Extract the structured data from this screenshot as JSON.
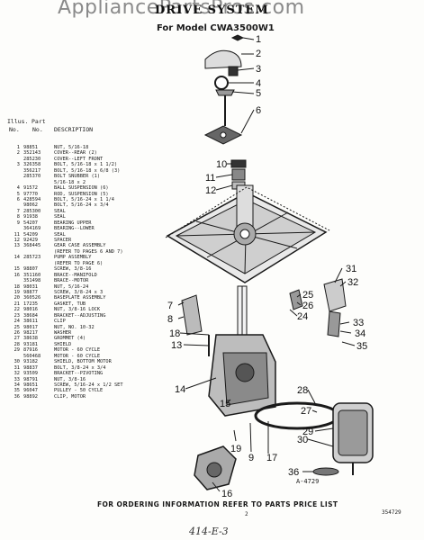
{
  "watermark": "AppliancePartsPros.com",
  "title": "DRIVE SYSTEM",
  "subtitle": "For Model CWA3500W1",
  "table_headers": {
    "illus": "Illus.",
    "no": "No.",
    "part": "Part",
    "part_no": "No.",
    "description": "DESCRIPTION"
  },
  "parts": [
    {
      "illus": "1",
      "part": "98851",
      "desc": "NUT, 5/16-18"
    },
    {
      "illus": "2",
      "part": "352143",
      "desc": "COVER--REAR (2)"
    },
    {
      "illus": "",
      "part": "285230",
      "desc": "COVER--LEFT FRONT"
    },
    {
      "illus": "3",
      "part": "326358",
      "desc": "BOLT, 5/16-18 x 1 1/2)"
    },
    {
      "illus": "",
      "part": "356217",
      "desc": "BOLT, 5/16-18 x 6/8 (3)"
    },
    {
      "illus": "",
      "part": "285370",
      "desc": "BOLT SNUBBER (1)"
    },
    {
      "illus": "",
      "part": "",
      "desc": "5/16-18 x 2"
    },
    {
      "illus": "4",
      "part": "91572",
      "desc": "BALL SUSPENSION (6)"
    },
    {
      "illus": "5",
      "part": "97770",
      "desc": "ROD, SUSPENSION (5)"
    },
    {
      "illus": "6",
      "part": "428594",
      "desc": "BOLT, 5/16-24 x 1 1/4"
    },
    {
      "illus": "",
      "part": "98062",
      "desc": "BOLT, 5/16-24 x 3/4"
    },
    {
      "illus": "7",
      "part": "285300",
      "desc": "SEAL"
    },
    {
      "illus": "8",
      "part": "91938",
      "desc": "SEAL"
    },
    {
      "illus": "9",
      "part": "54207",
      "desc": "BEARING UPPER"
    },
    {
      "illus": "",
      "part": "364169",
      "desc": "BEARING--LOWER"
    },
    {
      "illus": "11",
      "part": "54209",
      "desc": "SEAL"
    },
    {
      "illus": "12",
      "part": "92429",
      "desc": "SPACER"
    },
    {
      "illus": "13",
      "part": "368445",
      "desc": "GEAR CASE ASSEMBLY"
    },
    {
      "illus": "",
      "part": "",
      "desc": "(REFER TO PAGES 6 AND 7)"
    },
    {
      "illus": "14",
      "part": "285723",
      "desc": "PUMP ASSEMBLY"
    },
    {
      "illus": "",
      "part": "",
      "desc": "(REFER TO PAGE 6)"
    },
    {
      "illus": "15",
      "part": "98807",
      "desc": "SCREW, 3/8-16"
    },
    {
      "illus": "16",
      "part": "351160",
      "desc": "BRACE--MANIFOLD"
    },
    {
      "illus": "",
      "part": "351498",
      "desc": "BRACE--MOTOR"
    },
    {
      "illus": "18",
      "part": "98031",
      "desc": "NUT, 5/16-24"
    },
    {
      "illus": "19",
      "part": "98877",
      "desc": "SCREW, 3/8-24 x 3"
    },
    {
      "illus": "20",
      "part": "360526",
      "desc": "BASEPLATE ASSEMBLY"
    },
    {
      "illus": "21",
      "part": "17235",
      "desc": "GASKET, TUB"
    },
    {
      "illus": "22",
      "part": "98016",
      "desc": "NUT, 3/8-16 LOCK"
    },
    {
      "illus": "23",
      "part": "38684",
      "desc": "BRACKET--ADJUSTING"
    },
    {
      "illus": "24",
      "part": "38611",
      "desc": "CLIP"
    },
    {
      "illus": "25",
      "part": "98017",
      "desc": "NUT, NO. 10-32"
    },
    {
      "illus": "26",
      "part": "98217",
      "desc": "WASHER"
    },
    {
      "illus": "27",
      "part": "38638",
      "desc": "GROMMET (4)"
    },
    {
      "illus": "28",
      "part": "93181",
      "desc": "SHIELD"
    },
    {
      "illus": "29",
      "part": "87916",
      "desc": "MOTOR - 60 CYCLE"
    },
    {
      "illus": "",
      "part": "560468",
      "desc": "MOTOR - 60 CYCLE"
    },
    {
      "illus": "30",
      "part": "93182",
      "desc": "SHIELD, BOTTOM MOTOR"
    },
    {
      "illus": "31",
      "part": "98837",
      "desc": "BOLT, 3/8-24 x 3/4"
    },
    {
      "illus": "32",
      "part": "93509",
      "desc": "BRACKET--PIVOTING"
    },
    {
      "illus": "33",
      "part": "98791",
      "desc": "NUT, 3/8-16"
    },
    {
      "illus": "34",
      "part": "98651",
      "desc": "SCREW, 5/16-24 x 1/2 SET"
    },
    {
      "illus": "35",
      "part": "96047",
      "desc": "PULLEY - 50 CYCLE"
    },
    {
      "illus": "36",
      "part": "98892",
      "desc": "CLIP, MOTOR"
    }
  ],
  "callouts": [
    "1",
    "2",
    "3",
    "4",
    "5",
    "6",
    "10",
    "11",
    "12",
    "7",
    "8",
    "18",
    "13",
    "14",
    "15",
    "16",
    "17",
    "19",
    "9",
    "31",
    "32",
    "25",
    "26",
    "24",
    "33",
    "34",
    "35",
    "28",
    "27",
    "29",
    "30",
    "36"
  ],
  "fig_ref": "A-4729",
  "footer": "FOR ORDERING INFORMATION REFER TO PARTS PRICE LIST",
  "page_number": "2",
  "doc_number": "354729",
  "handwritten_note": "414-E-3"
}
